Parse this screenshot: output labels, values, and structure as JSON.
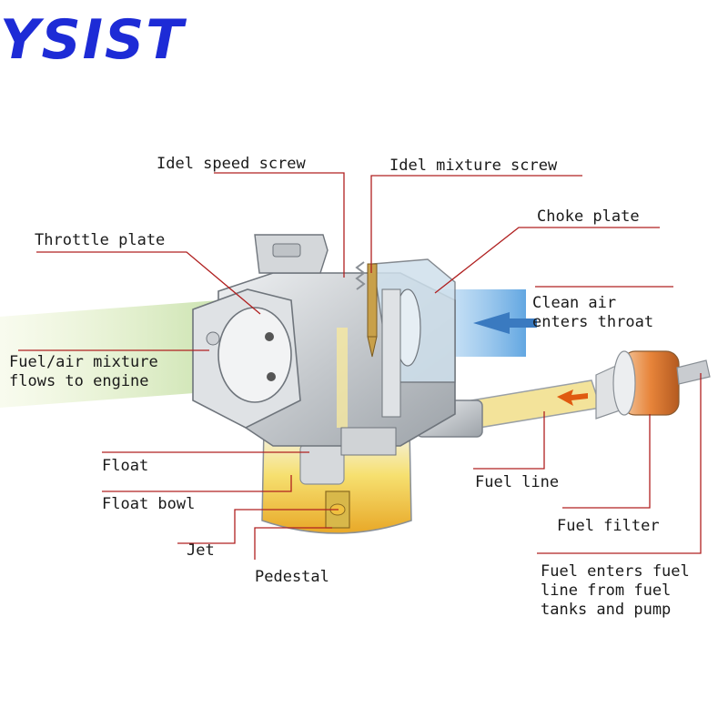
{
  "logo": {
    "text": "YSIST",
    "color": "#1d2bd6"
  },
  "colors": {
    "leader": "#b02020",
    "fuel": "#e8a020",
    "air": "#7ab8e8",
    "body": "#c9ccd0"
  },
  "labels": {
    "idle_speed_screw": "Idel speed screw",
    "idle_mixture_screw": "Idel mixture screw",
    "choke_plate": "Choke plate",
    "throttle_plate": "Throttle plate",
    "clean_air_1": "Clean air",
    "clean_air_2": "enters throat",
    "fuel_air_1": "Fuel/air mixture",
    "fuel_air_2": "flows to engine",
    "float": "Float",
    "float_bowl": "Float bowl",
    "jet": "Jet",
    "pedestal": "Pedestal",
    "fuel_line": "Fuel line",
    "fuel_filter": "Fuel filter",
    "fuel_enters_1": "Fuel enters fuel",
    "fuel_enters_2": "line from fuel",
    "fuel_enters_3": "tanks and pump"
  }
}
